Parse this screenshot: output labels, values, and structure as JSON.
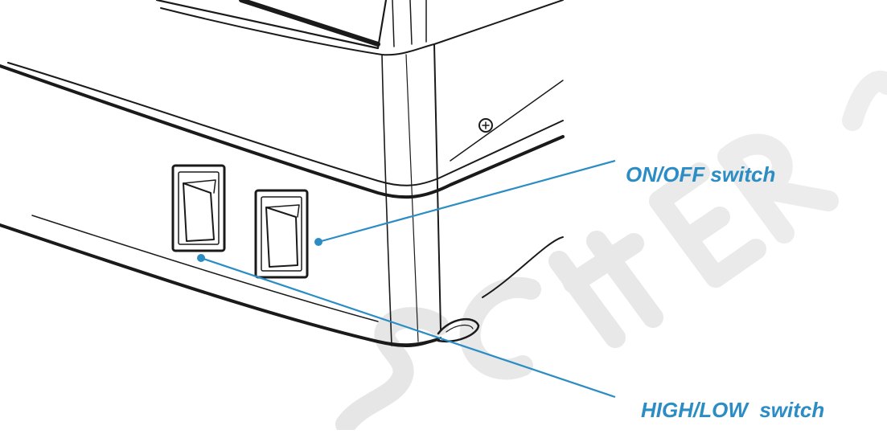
{
  "labels": {
    "on_off": "ON/OFF switch",
    "high_low": "HIGH/LOW  switch"
  },
  "watermark": {
    "text": "FRITSCHER",
    "color": "#d0d0d0"
  },
  "colors": {
    "callout": "#2b8dc4",
    "outline": "#1a1a1a",
    "background": "#ffffff"
  }
}
